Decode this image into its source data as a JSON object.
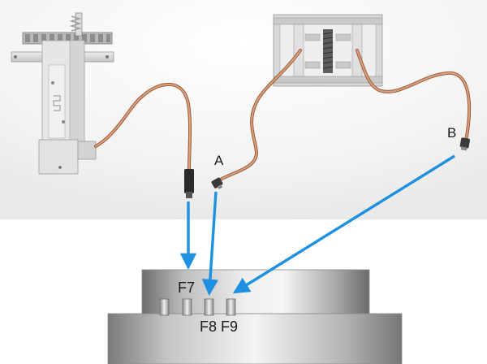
{
  "labels": {
    "a": "A",
    "b": "B",
    "f7": "F7",
    "f8": "F8",
    "f9": "F9"
  },
  "colors": {
    "arrow": "#1e90e0",
    "cable": "#c98a62",
    "cable_dark": "#9a5d3e",
    "metal": "#cfcfcf"
  }
}
